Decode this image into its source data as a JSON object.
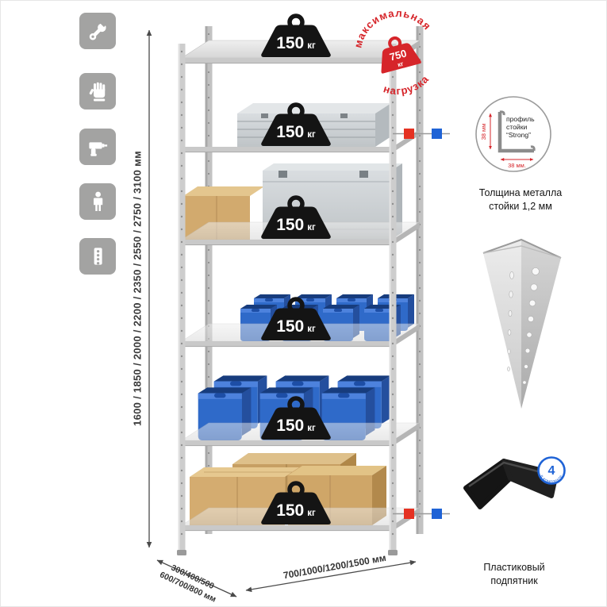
{
  "colors": {
    "icon_tile": "#a3a3a2",
    "badge_black": "#141414",
    "stamp_red": "#d6252a",
    "bin_blue": "#2f6ac9",
    "marker_red": "#e53222",
    "marker_blue": "#1f63d6",
    "dim_gray": "#4a4a4a"
  },
  "left_icons": [
    {
      "name": "wrench-icon"
    },
    {
      "name": "glove-icon"
    },
    {
      "name": "drill-icon"
    },
    {
      "name": "person-icon"
    },
    {
      "name": "perforated-post-icon"
    }
  ],
  "height_dim_label": "1600 / 1850 / 2000 / 2200 / 2350 / 2550 / 2750 / 3100 мм",
  "shelf_badges": [
    {
      "value": "150",
      "unit": "кг"
    },
    {
      "value": "150",
      "unit": "кг"
    },
    {
      "value": "150",
      "unit": "кг"
    },
    {
      "value": "150",
      "unit": "кг"
    },
    {
      "value": "150",
      "unit": "кг"
    },
    {
      "value": "150",
      "unit": "кг"
    }
  ],
  "stamp": {
    "arc_top": "максимальная",
    "arc_bottom": "нагрузка",
    "value": "750",
    "unit": "кг"
  },
  "profile_detail": {
    "label_lines": [
      "профиль",
      "стойки",
      "“Strong”"
    ],
    "dim_vertical": "38 мм",
    "dim_horizontal": "38 мм.",
    "caption_lines": [
      "Толщина металла",
      "стойки 1,2 мм"
    ]
  },
  "foot_detail": {
    "badge_number": "4",
    "badge_text": "в комплекте",
    "caption_lines": [
      "Пластиковый",
      "подпятник"
    ]
  },
  "depth_dim_lines": [
    "300/400/500",
    "600/700/800 мм"
  ],
  "width_dim_label": "700/1000/1200/1500 мм"
}
